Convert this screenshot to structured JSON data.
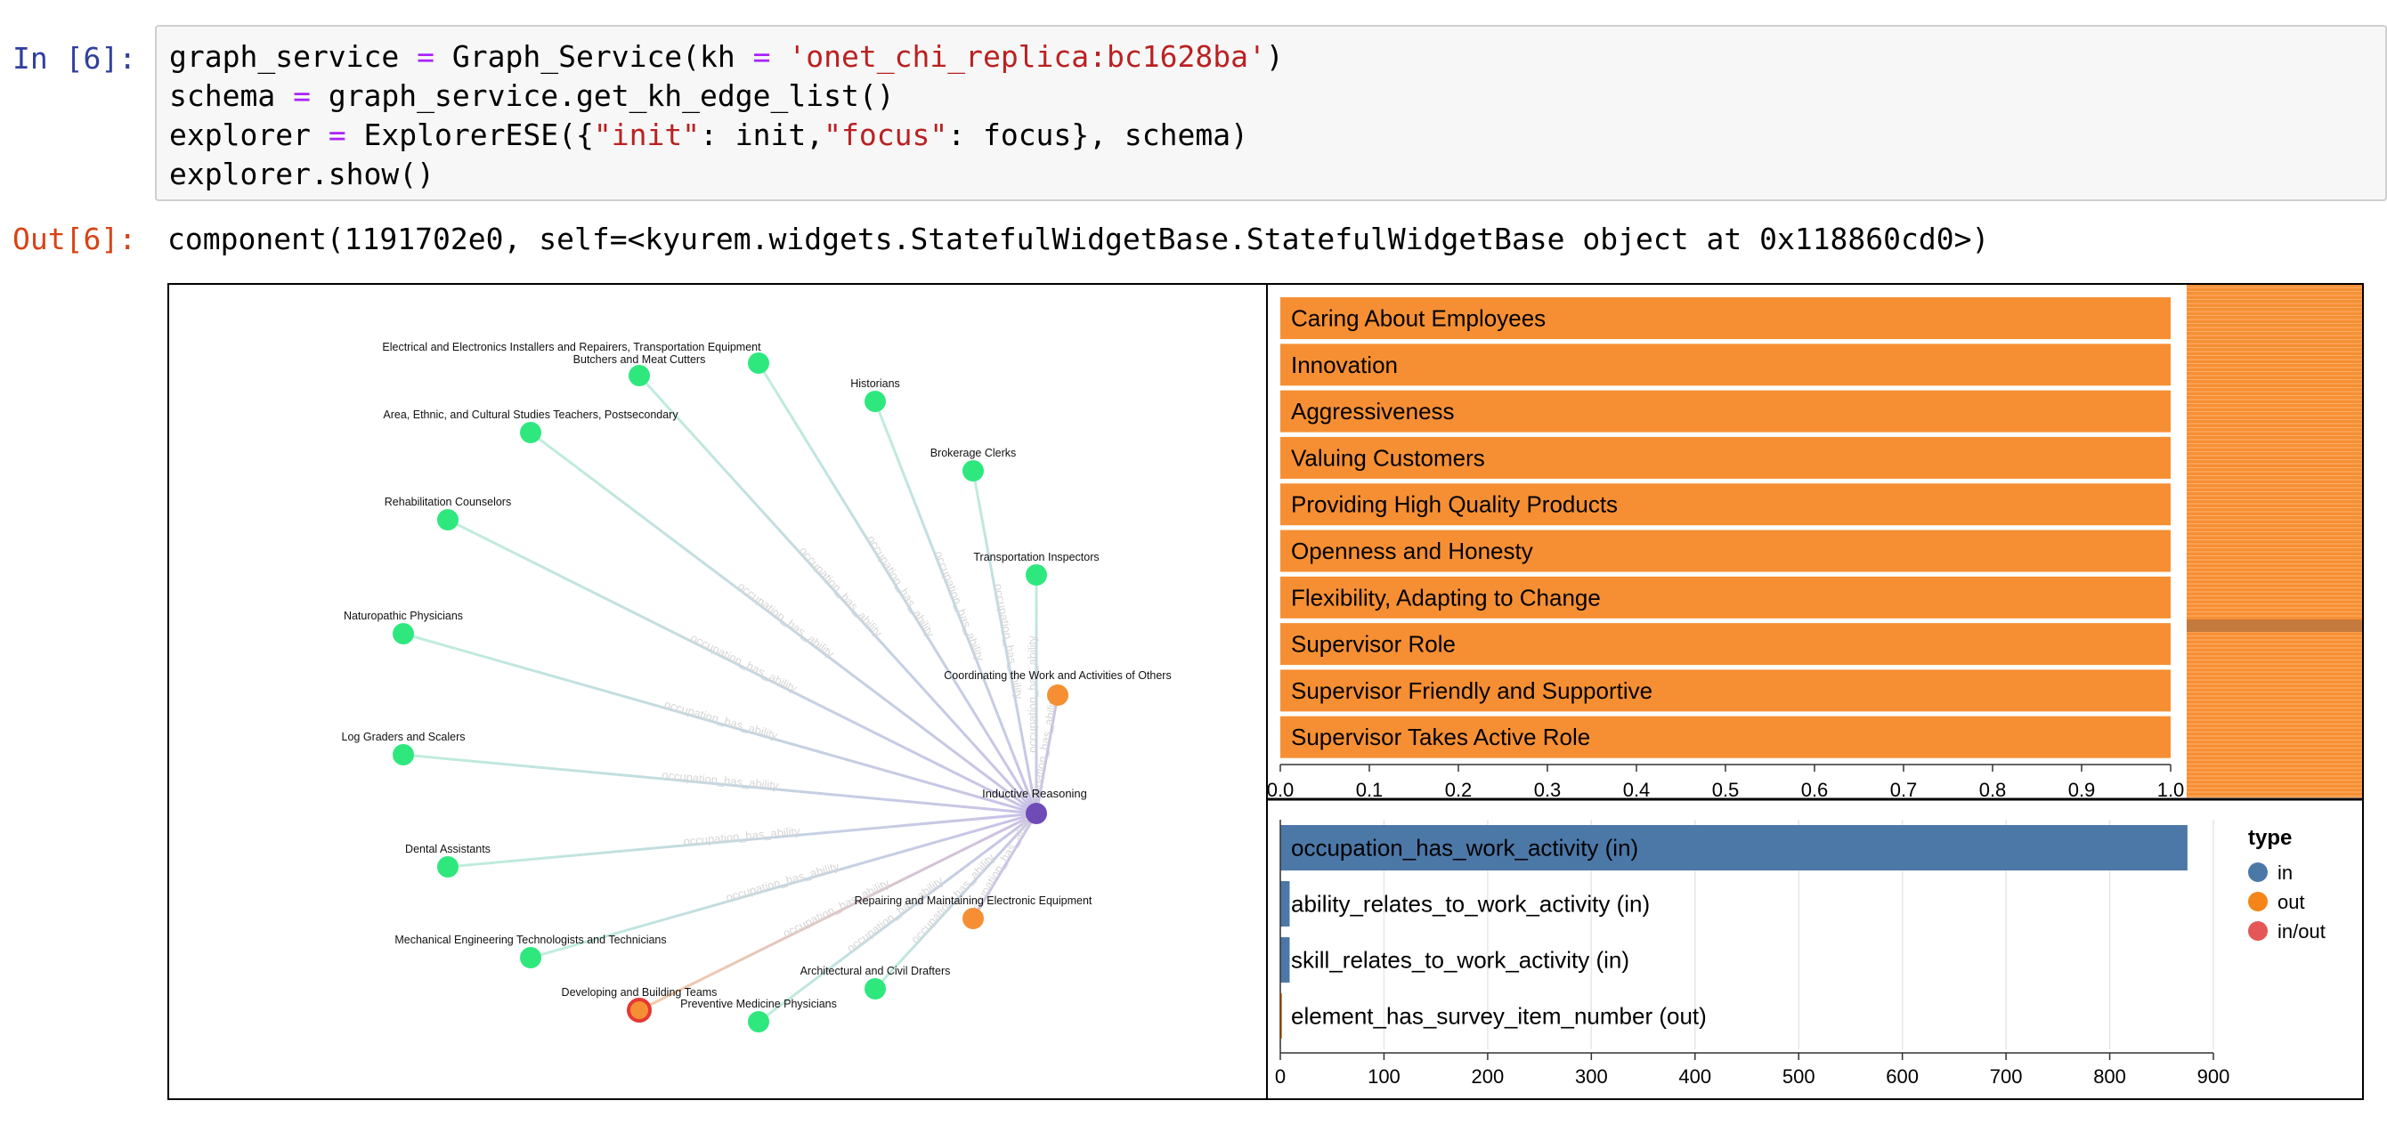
{
  "input_prompt": "In [6]:",
  "output_prompt": "Out[6]:",
  "code": {
    "line1": {
      "a": "graph_service ",
      "op1": "=",
      "b": " Graph_Service(kh ",
      "op2": "=",
      "c": " ",
      "str": "'onet_chi_replica:bc1628ba'",
      "d": ")"
    },
    "line2": {
      "a": "schema ",
      "op1": "=",
      "b": " graph_service.get_kh_edge_list()"
    },
    "line3": {
      "a": "explorer ",
      "op1": "=",
      "b": " ExplorerESE({",
      "s1": "\"init\"",
      "c": ": init,",
      "s2": "\"focus\"",
      "d": ": focus}, schema)"
    },
    "line4": "explorer.show()"
  },
  "output_text": "component(1191702e0, self=<kyurem.widgets.StatefulWidgetBase.StatefulWidgetBase object at 0x118860cd0>)",
  "graph": {
    "center_label": "Inductive Reasoning",
    "edge_label": "occupation_has_ability",
    "colors": {
      "green": "#2ee87e",
      "orange": "#f68f33",
      "purple": "#6f4bb8",
      "red": "#e53935",
      "edge_green": "#bfeedd",
      "edge_purple": "#c9c0e6",
      "edge_orange": "#f6c9a6"
    },
    "nodes": [
      {
        "label": "Electrical and Electronics Installers and Repairers, Transportation Equipment",
        "type": "green"
      },
      {
        "label": "Butchers and Meat Cutters",
        "type": "green"
      },
      {
        "label": "Historians",
        "type": "green"
      },
      {
        "label": "Area, Ethnic, and Cultural Studies Teachers, Postsecondary",
        "type": "green"
      },
      {
        "label": "Brokerage Clerks",
        "type": "green"
      },
      {
        "label": "Rehabilitation Counselors",
        "type": "green"
      },
      {
        "label": "Transportation Inspectors",
        "type": "green"
      },
      {
        "label": "Naturopathic Physicians",
        "type": "green"
      },
      {
        "label": "Coordinating the Work and Activities of Others",
        "type": "orange"
      },
      {
        "label": "Log Graders and Scalers",
        "type": "green"
      },
      {
        "label": "Dental Assistants",
        "type": "green"
      },
      {
        "label": "Repairing and Maintaining Electronic Equipment",
        "type": "orange"
      },
      {
        "label": "Mechanical Engineering Technologists and Technicians",
        "type": "green"
      },
      {
        "label": "Architectural and Civil Drafters",
        "type": "green"
      },
      {
        "label": "Developing and Building Teams",
        "type": "red"
      },
      {
        "label": "Preventive Medicine Physicians",
        "type": "green"
      }
    ]
  },
  "top_chart": {
    "type": "bar",
    "bar_color": "#f68f33",
    "categories": [
      "Caring About Employees",
      "Innovation",
      "Aggressiveness",
      "Valuing Customers",
      "Providing High Quality Products",
      "Openness and Honesty",
      "Flexibility, Adapting to Change",
      "Supervisor Role",
      "Supervisor Friendly and Supportive",
      "Supervisor Takes Active Role"
    ],
    "values": [
      1,
      1,
      1,
      1,
      1,
      1,
      1,
      1,
      1,
      1
    ],
    "xlim": [
      0,
      1
    ],
    "ticks": [
      "0.0",
      "0.1",
      "0.2",
      "0.3",
      "0.4",
      "0.5",
      "0.6",
      "0.7",
      "0.8",
      "0.9",
      "1.0"
    ]
  },
  "bottom_chart": {
    "type": "bar",
    "categories": [
      "occupation_has_work_activity (in)",
      "ability_relates_to_work_activity (in)",
      "skill_relates_to_work_activity (in)",
      "element_has_survey_item_number (out)"
    ],
    "values": [
      875,
      9,
      9,
      1
    ],
    "bar_types": [
      "in",
      "in",
      "in",
      "out"
    ],
    "xlim": [
      0,
      900
    ],
    "ticks": [
      "0",
      "100",
      "200",
      "300",
      "400",
      "500",
      "600",
      "700",
      "800",
      "900"
    ],
    "legend": {
      "title": "type",
      "items": [
        {
          "label": "in",
          "color": "#4c78a8"
        },
        {
          "label": "out",
          "color": "#f58518"
        },
        {
          "label": "in/out",
          "color": "#e45756"
        }
      ]
    }
  }
}
